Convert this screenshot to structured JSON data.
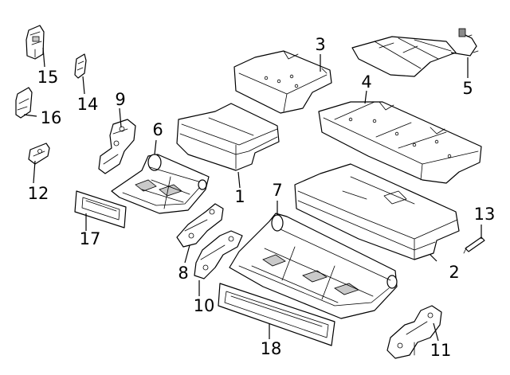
{
  "callouts": [
    {
      "id": "1",
      "label": "1"
    },
    {
      "id": "2",
      "label": "2"
    },
    {
      "id": "3",
      "label": "3"
    },
    {
      "id": "4",
      "label": "4"
    },
    {
      "id": "5",
      "label": "5"
    },
    {
      "id": "6",
      "label": "6"
    },
    {
      "id": "7",
      "label": "7"
    },
    {
      "id": "8",
      "label": "8"
    },
    {
      "id": "9",
      "label": "9"
    },
    {
      "id": "10",
      "label": "10"
    },
    {
      "id": "11",
      "label": "11"
    },
    {
      "id": "12",
      "label": "12"
    },
    {
      "id": "13",
      "label": "13"
    },
    {
      "id": "14",
      "label": "14"
    },
    {
      "id": "15",
      "label": "15"
    },
    {
      "id": "16",
      "label": "16"
    },
    {
      "id": "17",
      "label": "17"
    },
    {
      "id": "18",
      "label": "18"
    }
  ],
  "colors": {
    "line": "#000000",
    "background": "#ffffff",
    "shade": "#c9c9c9"
  }
}
